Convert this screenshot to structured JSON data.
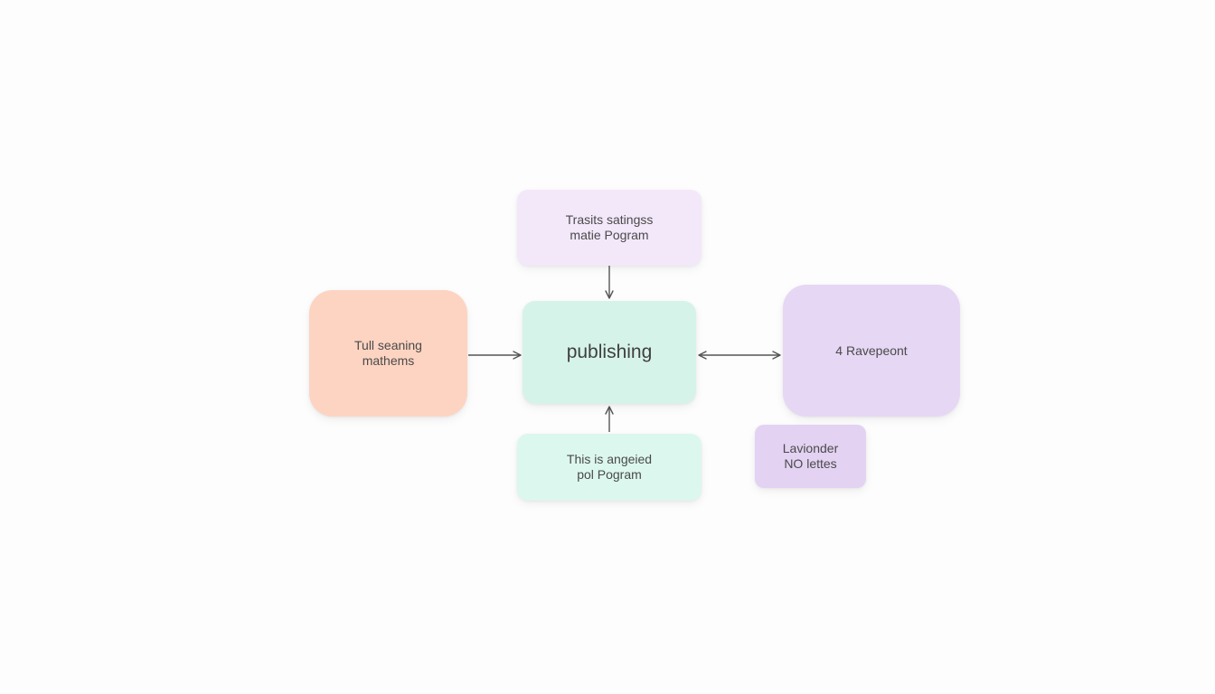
{
  "colors": {
    "background": "#fdfdfd",
    "node_top": "#f3e8fa",
    "node_left": "#fdd4c2",
    "node_center": "#d6f3ea",
    "node_right": "#e6d7f4",
    "node_bottom": "#dcf7ee",
    "node_small": "#e3d2f2",
    "edge": "#555555"
  },
  "nodes": {
    "top": {
      "label": "Trasits satingss\nmatie Pogram"
    },
    "left": {
      "label": "Tull seaning\nmathems"
    },
    "center": {
      "label": "publishing"
    },
    "right": {
      "label": "4 Ravepeont"
    },
    "bottom": {
      "label": "This is angeied\npol Pogram"
    },
    "small": {
      "label": "Lavionder\nNO lettes"
    }
  },
  "edges": [
    {
      "from": "top",
      "to": "center",
      "direction": "forward"
    },
    {
      "from": "left",
      "to": "center",
      "direction": "forward"
    },
    {
      "from": "bottom",
      "to": "center",
      "direction": "forward"
    },
    {
      "from": "center",
      "to": "right",
      "direction": "both"
    }
  ]
}
